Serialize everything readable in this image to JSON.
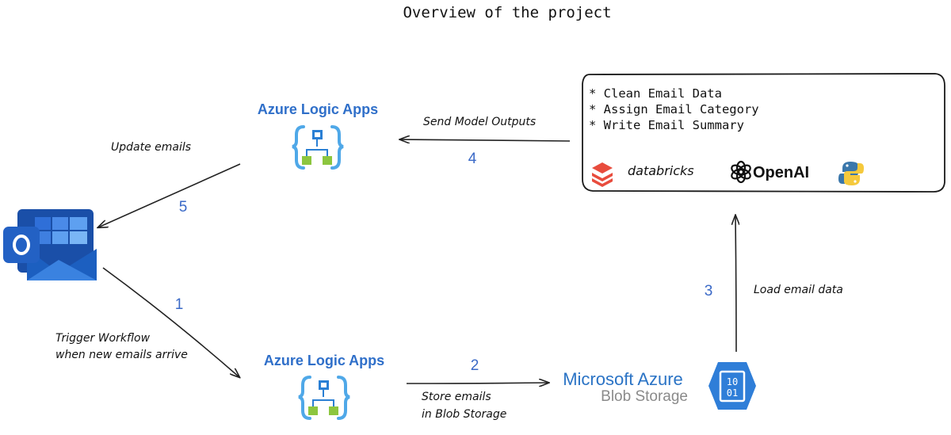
{
  "title": "Overview of the project",
  "nodes": {
    "logic_top": {
      "label": "Azure Logic Apps"
    },
    "logic_bottom": {
      "label": "Azure Logic Apps"
    },
    "blob": {
      "line1": "Microsoft Azure",
      "line2": "Blob Storage",
      "icon_text": [
        "10",
        "01"
      ]
    },
    "processing": {
      "tasks": [
        "* Clean Email Data",
        "* Assign Email Category",
        "* Write Email Summary"
      ],
      "logos": {
        "databricks": "databricks",
        "openai": "OpenAI"
      }
    }
  },
  "steps": {
    "s1": {
      "number": "1",
      "label": [
        "Trigger Workflow",
        "when new emails arrive"
      ]
    },
    "s2": {
      "number": "2",
      "label": [
        "Store emails",
        "in Blob Storage"
      ]
    },
    "s3": {
      "number": "3",
      "label": "Load email data"
    },
    "s4": {
      "number": "4",
      "label": "Send Model Outputs"
    },
    "s5": {
      "number": "5",
      "label": "Update emails"
    }
  },
  "colors": {
    "logic_title": "#2f6fc9",
    "step_number": "#3a69c7",
    "azure_blue": "#2a73c5",
    "blob_gray": "#8a8a8a",
    "outlook_blue": "#1e66c9",
    "logic_connector": "#2a7fd4",
    "logic_green": "#8cc63f",
    "databricks_red": "#e84c3d",
    "python_blue": "#3a77ab",
    "python_yellow": "#f5c93c"
  },
  "icons": [
    "outlook-icon",
    "logic-apps-icon",
    "blob-storage-icon",
    "databricks-icon",
    "openai-icon",
    "python-icon"
  ]
}
